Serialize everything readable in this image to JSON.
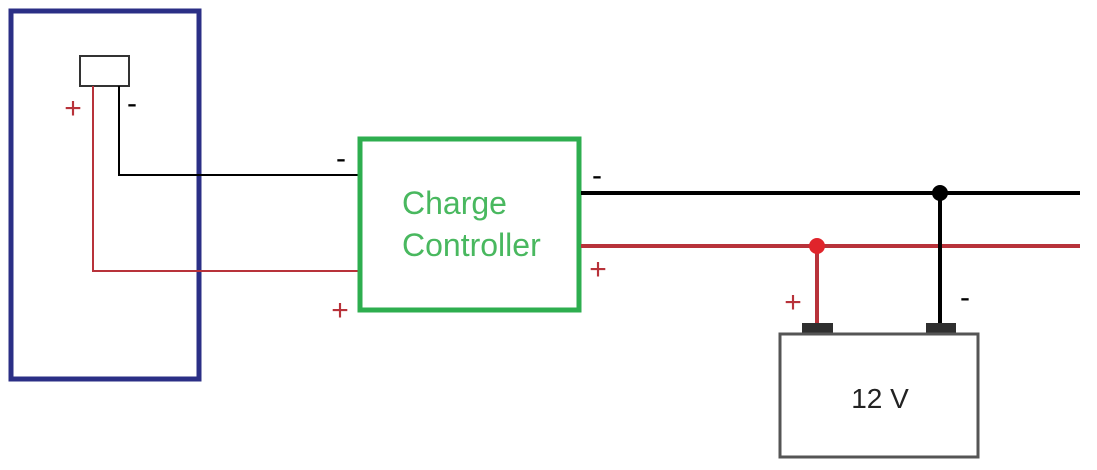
{
  "colors": {
    "panel_border": "#2b2f86",
    "controller_border": "#2eae4f",
    "controller_text": "#49b85f",
    "negative_wire": "#000000",
    "positive_wire": "#b8323a",
    "positive_node": "#e0242b",
    "battery_border": "#555555",
    "battery_terminal": "#2f2f2f",
    "text_dark": "#222222"
  },
  "solar_panel": {
    "plus": "+",
    "minus": "-"
  },
  "controller": {
    "line1": "Charge",
    "line2": "Controller",
    "input_minus": "-",
    "input_plus": "+",
    "output_minus": "-",
    "output_plus": "+"
  },
  "battery": {
    "label": "12 V",
    "plus": "+",
    "minus": "-"
  }
}
